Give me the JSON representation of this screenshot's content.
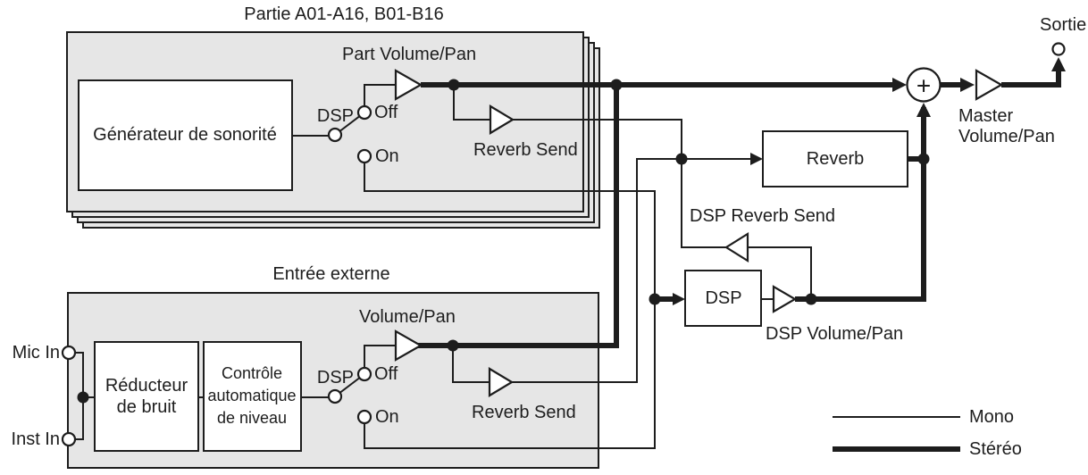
{
  "diagram": {
    "colors": {
      "line": "#1d1d1d",
      "panel_fill": "#e6e6e6",
      "box_fill": "#ffffff"
    },
    "part_section": {
      "title": "Partie A01-A16, B01-B16",
      "tone_generator": "Générateur de sonorité",
      "dsp_switch": {
        "label": "DSP",
        "off": "Off",
        "on": "On"
      },
      "volume_pan": "Part Volume/Pan",
      "reverb_send": "Reverb Send"
    },
    "external_input_section": {
      "title": "Entrée externe",
      "mic_in": "Mic In",
      "inst_in": "Inst In",
      "noise_reducer": {
        "line1": "Réducteur",
        "line2": "de bruit"
      },
      "auto_level_control": {
        "line1": "Contrôle",
        "line2": "automatique",
        "line3": "de niveau"
      },
      "dsp_switch": {
        "label": "DSP",
        "off": "Off",
        "on": "On"
      },
      "volume_pan": "Volume/Pan",
      "reverb_send": "Reverb Send"
    },
    "effects": {
      "reverb": "Reverb",
      "dsp": "DSP",
      "dsp_reverb_send": "DSP Reverb Send",
      "dsp_volume_pan": "DSP Volume/Pan"
    },
    "output": {
      "label": "Sortie",
      "sum_symbol": "+",
      "master_line1": "Master",
      "master_line2": "Volume/Pan"
    },
    "legend": {
      "mono": "Mono",
      "stereo": "Stéréo"
    }
  }
}
